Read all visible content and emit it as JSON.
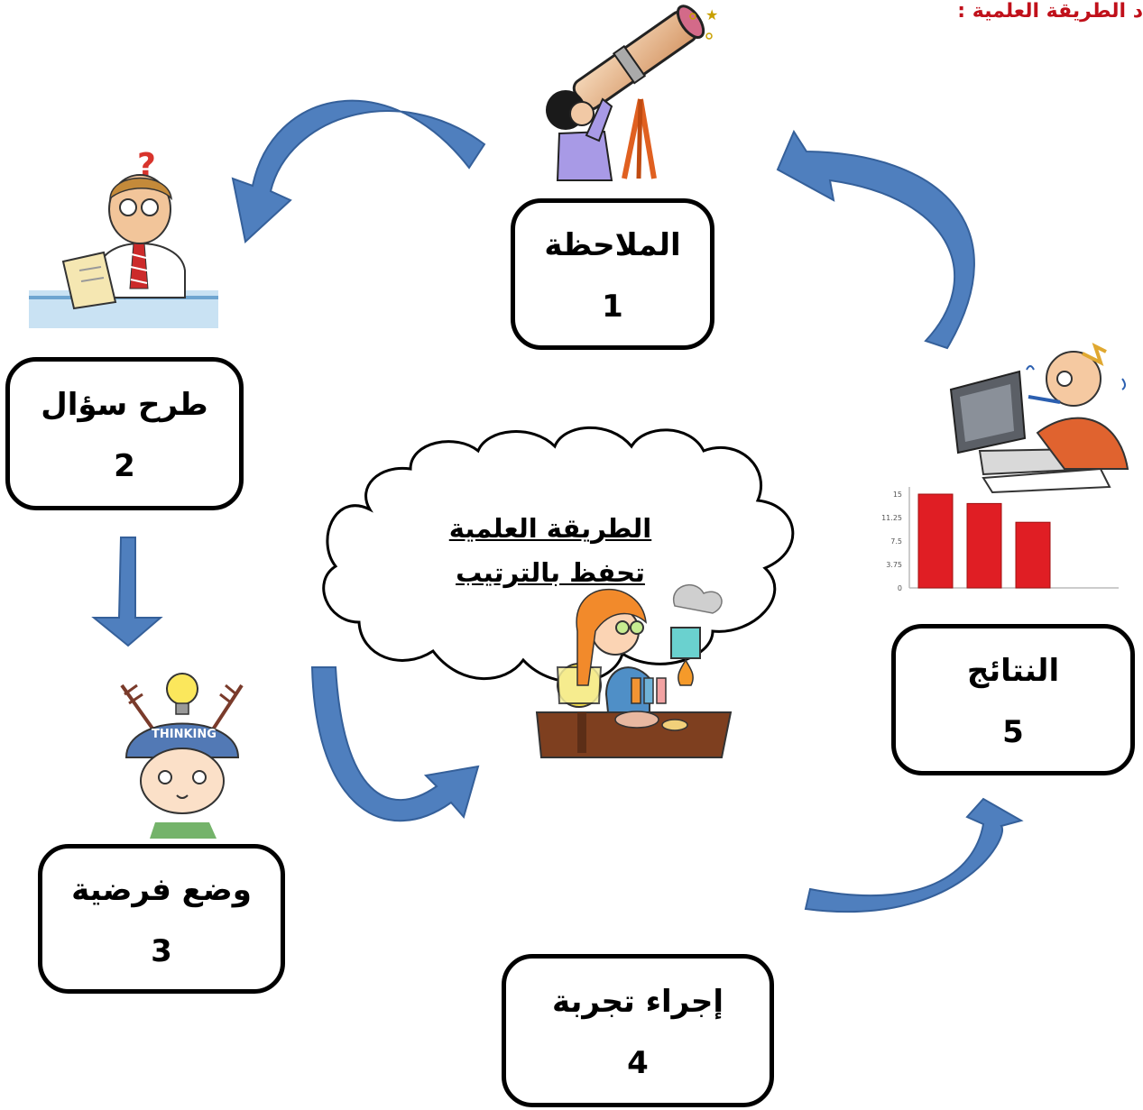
{
  "heading": "د الطريقة العلمية :",
  "steps": [
    {
      "label": "الملاحظة",
      "number": "1"
    },
    {
      "label": "طرح سؤال",
      "number": "2"
    },
    {
      "label": "وضع فرضية",
      "number": "3"
    },
    {
      "label": "إجراء تجربة",
      "number": "4"
    },
    {
      "label": "النتائج",
      "number": "5"
    }
  ],
  "cloud": {
    "line1": "الطريقة العلمية",
    "line2": "تحفظ بالترتيب"
  },
  "colors": {
    "arrow": "#4f7fbe",
    "arrow_edge": "#35609a",
    "heading": "#c0101a",
    "bars": "#e01e24"
  },
  "results_chart": {
    "type": "bar",
    "tick_labels": [
      "15",
      "11.25",
      "7.5",
      "3.75",
      "0"
    ],
    "values": [
      15,
      13.5,
      10.5
    ],
    "ylim": [
      0,
      15
    ]
  },
  "illustrations": [
    "telescope-person",
    "thinking-man",
    "thinking-cap-child",
    "chemistry-girl",
    "scientist-at-computer"
  ]
}
